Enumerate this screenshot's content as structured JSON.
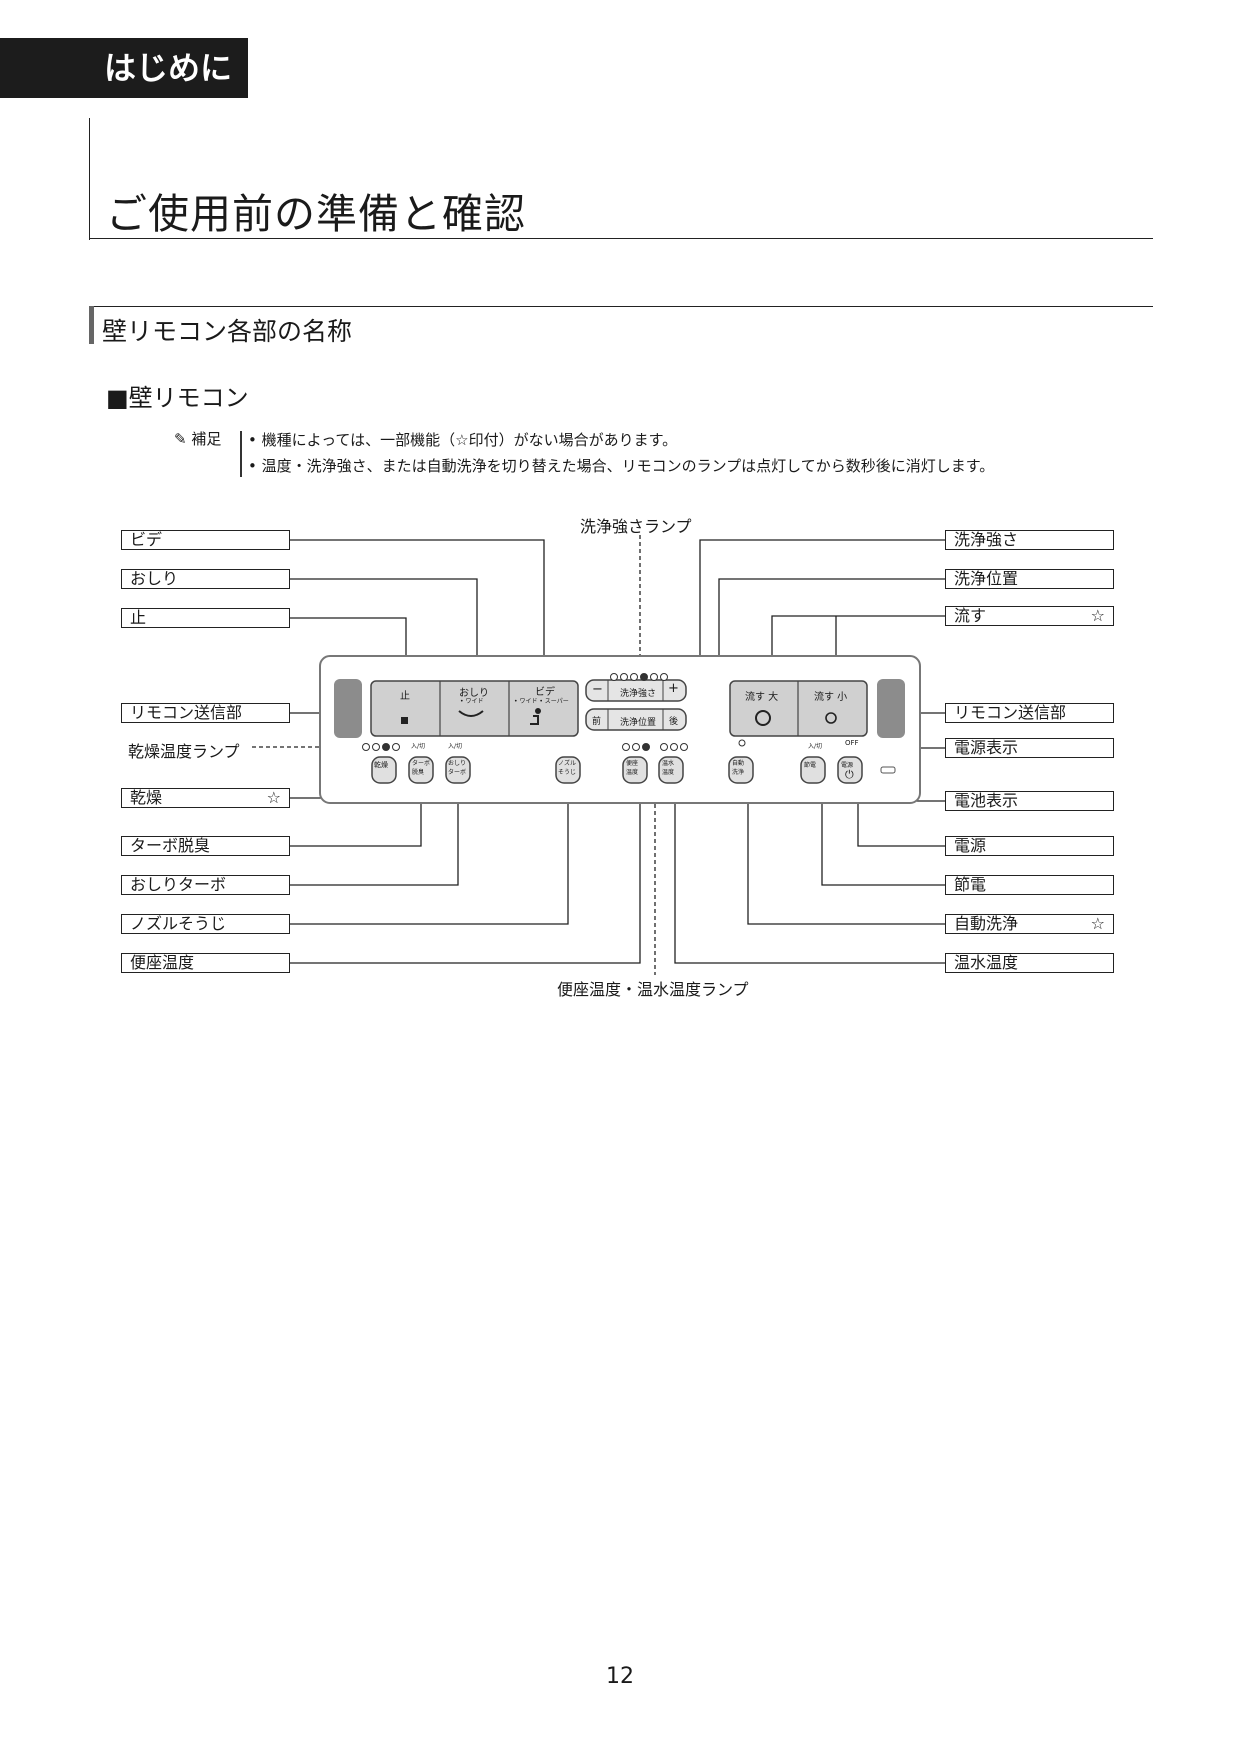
{
  "header": {
    "section_tab": "はじめに",
    "page_title": "ご使用前の準備と確認"
  },
  "section": {
    "title": "壁リモコン各部の名称",
    "subtitle": "■壁リモコン"
  },
  "note": {
    "label": "補足",
    "items": [
      "• 機種によっては、一部機能（☆印付）がない場合があります。",
      "• 温度・洗浄強さ、または自動洗浄を切り替えた場合、リモコンのランプは点灯してから数秒後に消灯します。"
    ]
  },
  "diagram": {
    "left_labels": {
      "bidet": "ビデ",
      "oshiri": "おしり",
      "stop": "止",
      "transmitter": "リモコン送信部",
      "dry_temp_lamp": "乾燥温度ランプ",
      "dry": "乾燥",
      "turbo_deodorize": "ターボ脱臭",
      "oshiri_turbo": "おしりターボ",
      "nozzle_clean": "ノズルそうじ",
      "seat_temp": "便座温度"
    },
    "right_labels": {
      "wash_strength": "洗浄強さ",
      "wash_position": "洗浄位置",
      "flush": "流す",
      "transmitter": "リモコン送信部",
      "power_display": "電源表示",
      "battery_display": "電池表示",
      "power": "電源",
      "power_save": "節電",
      "auto_wash": "自動洗浄",
      "water_temp": "温水温度"
    },
    "top_label": "洗浄強さランプ",
    "bottom_label": "便座温度・温水温度ランプ",
    "star_mark": "☆",
    "remote": {
      "btn_stop": "止",
      "btn_oshiri": "おしり",
      "btn_oshiri_sub": "• ワイド",
      "btn_bidet": "ビデ",
      "btn_bidet_sub": "• ワイド • スーパー",
      "strength_label": "洗浄強さ",
      "position_label": "洗浄位置",
      "minus": "−",
      "plus": "+",
      "front": "前",
      "back": "後",
      "flush_large": "流す 大",
      "flush_small": "流す 小",
      "on_off": "入/切",
      "off_label": "OFF",
      "small_buttons": {
        "dry": "乾燥",
        "turbo_l1": "ターボ",
        "turbo_l2": "脱臭",
        "oshiri_l1": "おしり",
        "oshiri_l2": "ターボ",
        "nozzle_l1": "ノズル",
        "nozzle_l2": "そうじ",
        "seat_l1": "便座",
        "seat_l2": "温度",
        "water_l1": "温水",
        "water_l2": "温度",
        "auto_l1": "自動",
        "auto_l2": "洗浄",
        "save": "節電",
        "power": "電源"
      }
    }
  },
  "page_number": "12"
}
